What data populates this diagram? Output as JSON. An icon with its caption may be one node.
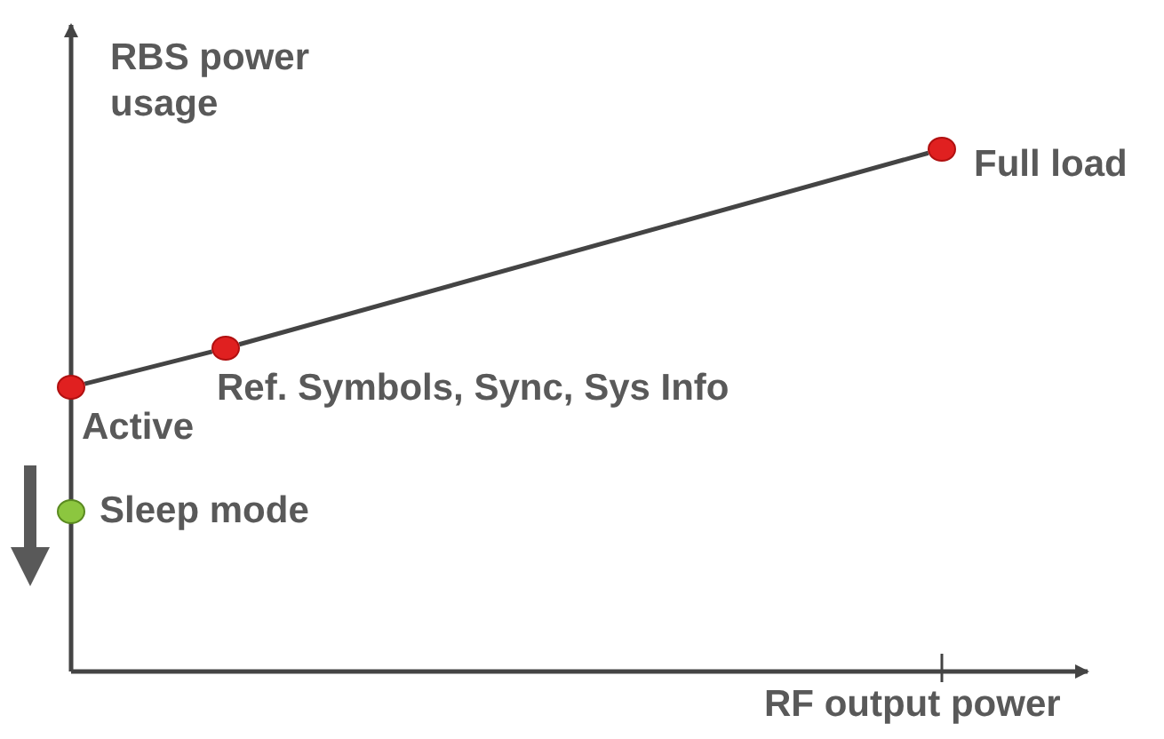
{
  "diagram": {
    "nodes": [
      {
        "text": [],
        "shape": "circle",
        "beside": [
          "Active"
        ]
      },
      {
        "text": [],
        "shape": "circle",
        "beside": [
          "Ref. Symbols, Sync, Sys Info"
        ]
      },
      {
        "text": [],
        "shape": "circle",
        "beside": [
          "Full load"
        ]
      },
      {
        "text": [],
        "shape": "circle",
        "beside": [
          "Sleep mode"
        ]
      }
    ],
    "edges": [
      {
        "from": 0,
        "to": 1,
        "arrow": "none"
      },
      {
        "from": 1,
        "to": 2,
        "arrow": "none"
      }
    ],
    "labels": [
      "RBS power usage",
      "RF output power"
    ]
  }
}
